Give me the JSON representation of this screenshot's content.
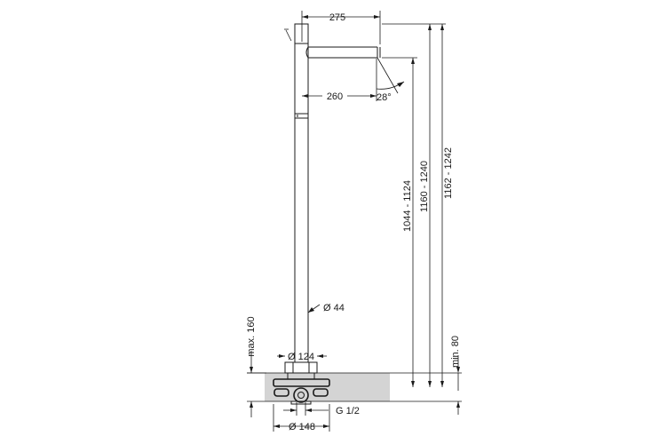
{
  "dimensions": {
    "spout_reach_top": "275",
    "spout_reach_bottom": "260",
    "spout_angle": "28°",
    "height_outlet": "1044 - 1124",
    "height_total_a": "1160 - 1240",
    "height_total_b": "1162 - 1242",
    "column_diameter": "Ø 44",
    "base_diameter": "Ø 124",
    "plate_diameter": "Ø 148",
    "thread": "G 1/2",
    "max_depth": "max. 160",
    "min_depth": "min. 80"
  }
}
